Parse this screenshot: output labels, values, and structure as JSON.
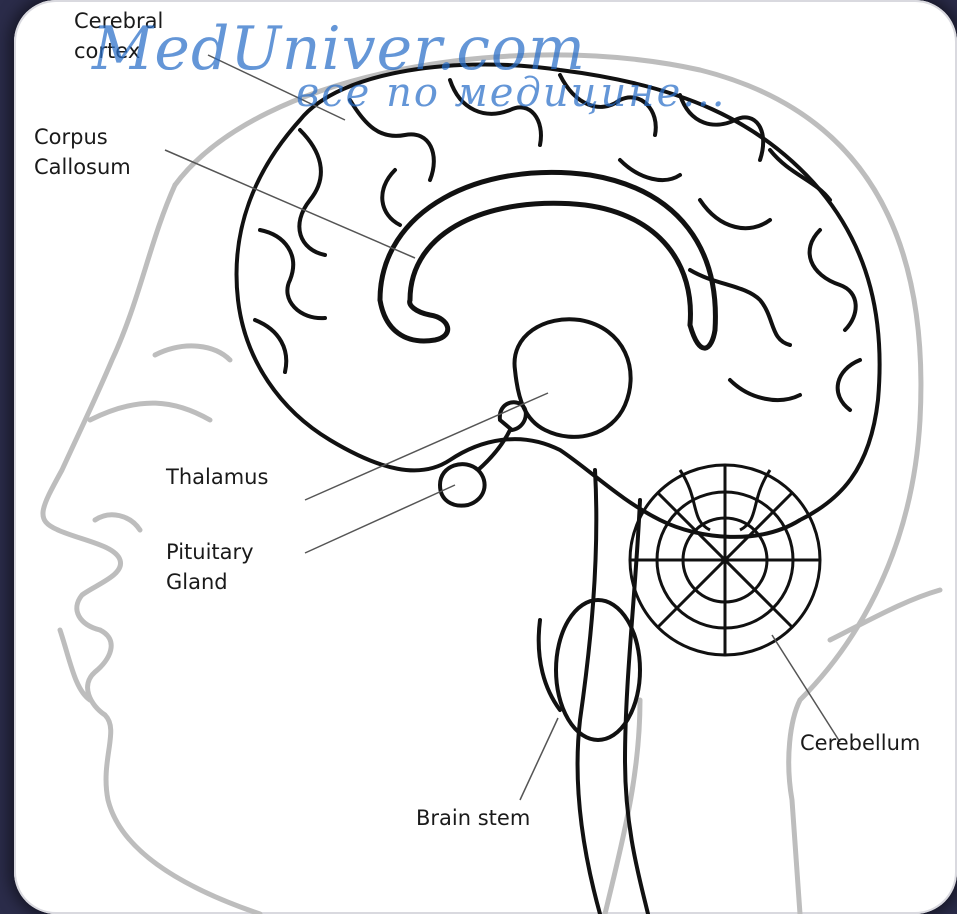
{
  "watermark": {
    "site": "MedUniver.com",
    "tagline": "все по медицине..."
  },
  "labels": {
    "cerebral_cortex": "Cerebral\ncortex",
    "corpus_callosum": "Corpus\nCallosum",
    "thalamus": "Thalamus",
    "pituitary_gland": "Pituitary\nGland",
    "cerebellum": "Cerebellum",
    "brain_stem": "Brain stem"
  },
  "colors": {
    "background": "#2b2c4a",
    "card": "#ffffff",
    "ink": "#111111",
    "outline_grey": "#b8b8b8",
    "watermark": "#286ec8"
  }
}
